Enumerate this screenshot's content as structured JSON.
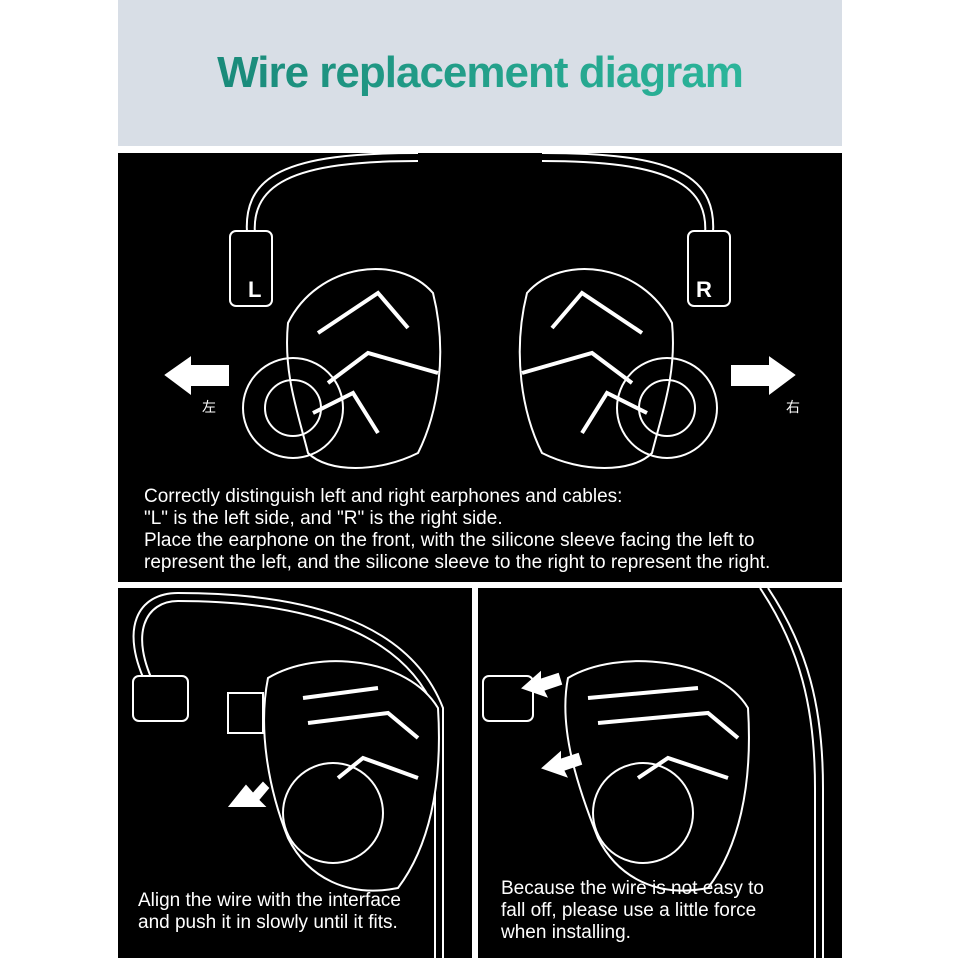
{
  "header": {
    "title": "Wire replacement diagram"
  },
  "panel_top": {
    "left_marker": "L",
    "right_marker": "R",
    "left_cn": "左",
    "right_cn": "右",
    "lines": [
      "Correctly distinguish left and right earphones and cables:",
      "\"L\" is the left side, and \"R\" is the right side.",
      "Place the earphone on the front, with the silicone sleeve facing the left to",
      "represent the left, and the silicone sleeve to the right to represent the right."
    ]
  },
  "panel_bottom_left": {
    "lines": [
      "Align the wire with the interface",
      "and push it in slowly until it fits."
    ]
  },
  "panel_bottom_right": {
    "lines": [
      "Because the wire is not easy to",
      "fall off, please use a little force",
      "when installing."
    ]
  }
}
